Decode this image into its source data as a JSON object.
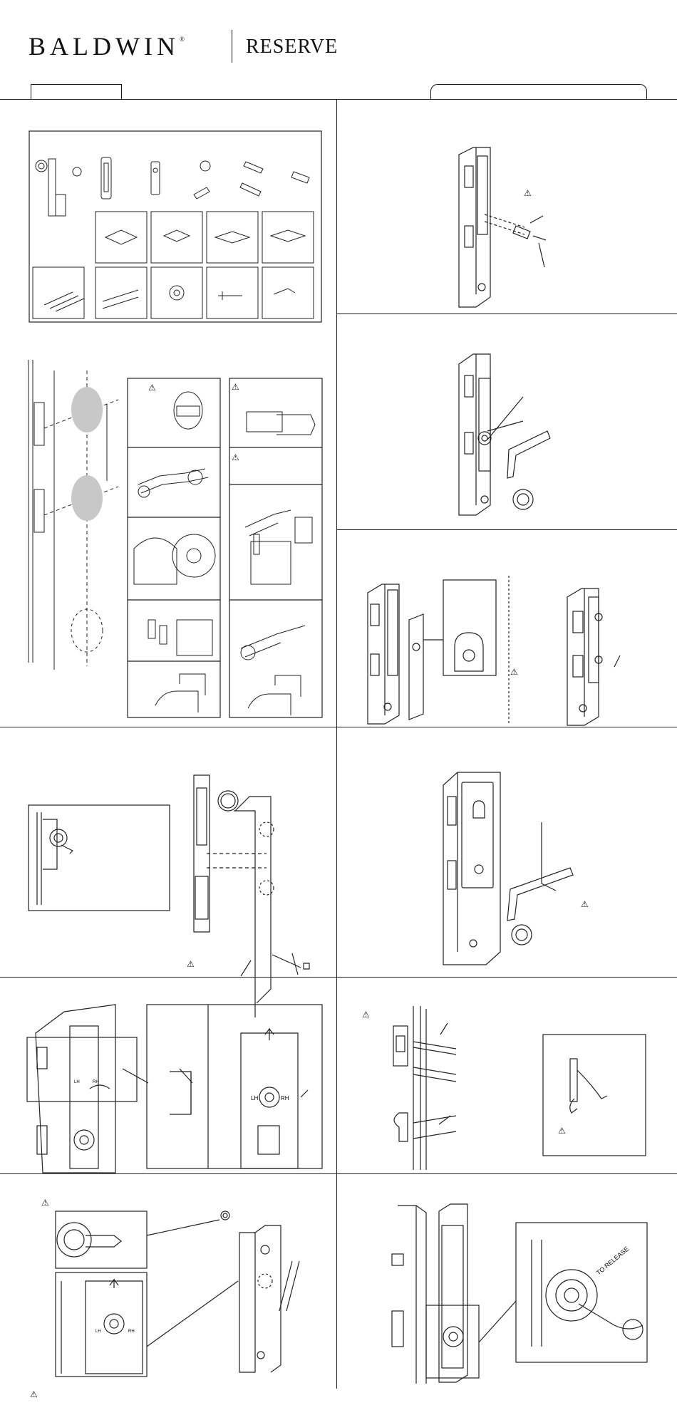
{
  "brand": {
    "name": "BALDWIN",
    "trademark": "®",
    "line": "RESERVE"
  },
  "icons": {
    "warning": "warning-triangle-icon"
  },
  "labels": {
    "lh": "LH",
    "rh": "RH",
    "to_release": "TO RELEASE"
  },
  "colors": {
    "line": "#222222",
    "shade": "#c8c8c8",
    "background": "#ffffff"
  }
}
